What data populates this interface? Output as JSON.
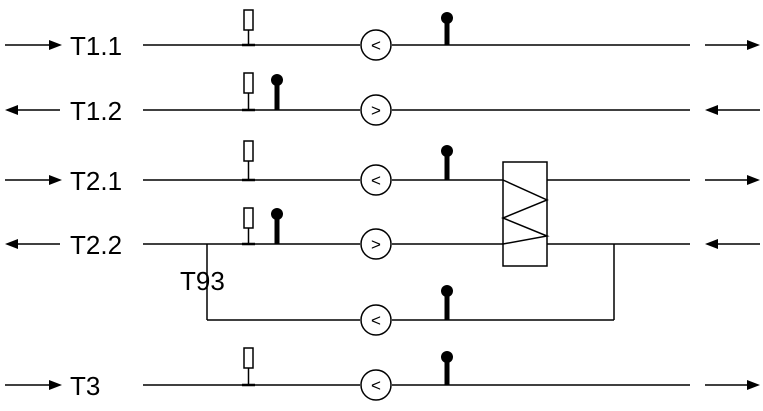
{
  "diagram": {
    "lines": [
      {
        "label": "T1.1",
        "flow": "in"
      },
      {
        "label": "T1.2",
        "flow": "out"
      },
      {
        "label": "T2.1",
        "flow": "in"
      },
      {
        "label": "T2.2",
        "flow": "out"
      },
      {
        "label": "T3",
        "flow": "in"
      }
    ],
    "bypass_label": "T93",
    "fan_glyphs": {
      "left": "<",
      "right": ">"
    },
    "colors": {
      "stroke": "#000000",
      "background": "#ffffff"
    }
  }
}
